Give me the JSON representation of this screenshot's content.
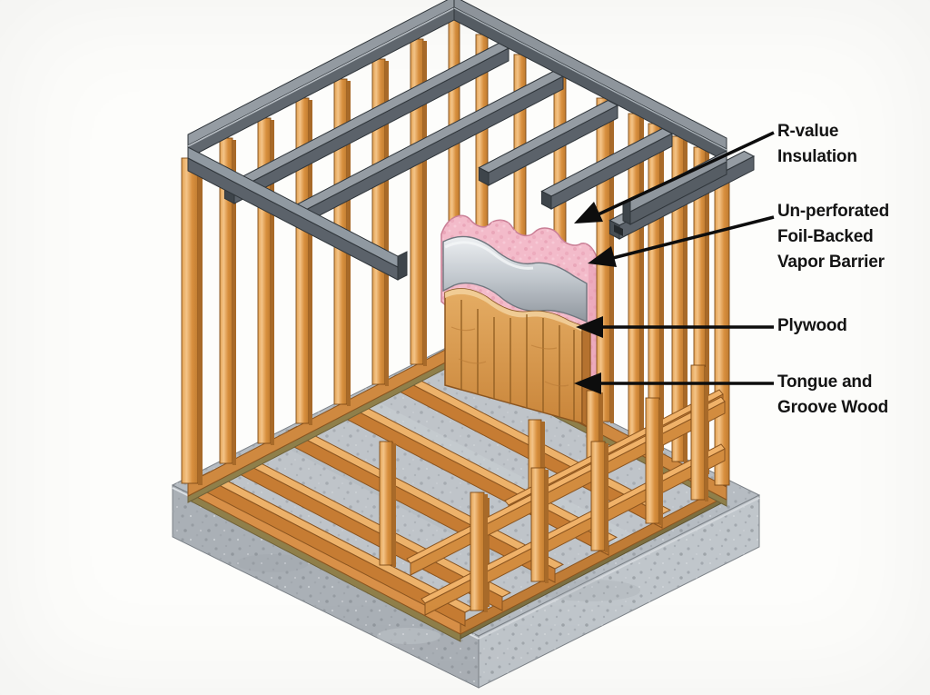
{
  "figure": {
    "kind": "construction-cutaway-diagram",
    "background_color": "#fdfdfb"
  },
  "labels": [
    {
      "id": "r-value-insulation",
      "lines": [
        "R-value",
        "Insulation"
      ]
    },
    {
      "id": "vapor-barrier",
      "lines": [
        "Un-perforated",
        "Foil-Backed",
        "Vapor Barrier"
      ]
    },
    {
      "id": "plywood",
      "lines": [
        "Plywood"
      ]
    },
    {
      "id": "tongue-groove",
      "lines": [
        "Tongue and",
        "Groove Wood"
      ]
    }
  ],
  "colors": {
    "wood_light": "#f2bd7d",
    "wood_mid": "#dd9a4e",
    "wood_dark": "#a96a28",
    "steel_top": "#8f969d",
    "steel_side": "#5b626a",
    "steel_dark": "#3e454b",
    "insulation_pink": "#f3bbca",
    "insulation_pink_dark": "#e59cb1",
    "foil_light": "#eff1f3",
    "foil_dark": "#8d949c",
    "concrete": "#b6bcc2",
    "concrete_dark": "#8e949a",
    "sill_olive": "#8f7f4a",
    "label_text": "#141414",
    "leader_line": "#0d0d0d"
  }
}
